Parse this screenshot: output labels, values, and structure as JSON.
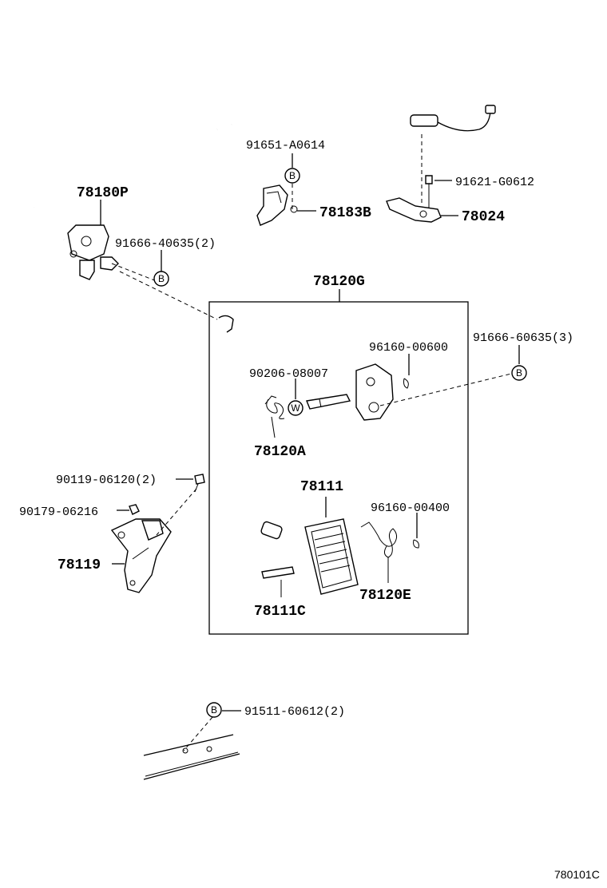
{
  "labels": {
    "p78180P": "78180P",
    "p91666_40635": "91666-40635(2)",
    "p91651": "91651-A0614",
    "p78183B": "78183B",
    "p91621": "91621-G0612",
    "p78024": "78024",
    "p78120G": "78120G",
    "p96160_00600": "96160-00600",
    "p91666_60635": "91666-60635(3)",
    "p90206": "90206-08007",
    "p78120A": "78120A",
    "p90119": "90119-06120(2)",
    "p90179": "90179-06216",
    "p78119": "78119",
    "p78111": "78111",
    "p96160_00400": "96160-00400",
    "p78120E": "78120E",
    "p78111C": "78111C",
    "p91511": "91511-60612(2)",
    "footer_code": "780101C"
  },
  "callouts": {
    "b": "B",
    "w": "W"
  }
}
